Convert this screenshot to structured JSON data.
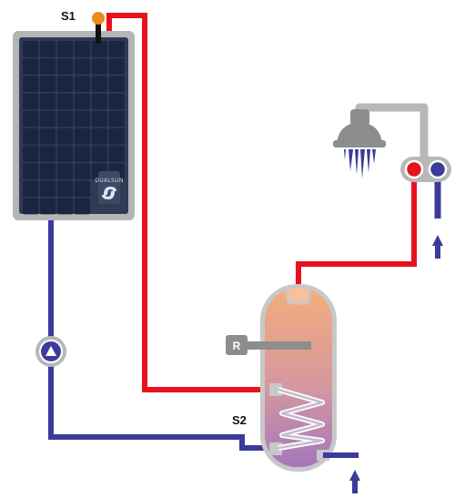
{
  "labels": {
    "sensor_collector": "S1",
    "sensor_tank": "S2",
    "resistance": "R",
    "panel_brand": "DUALSUN"
  },
  "colors": {
    "hot_pipe": "#e8121e",
    "cold_pipe": "#3b3b9b",
    "frame": "#b5b5b5",
    "panel_cell": "#1a2540",
    "sensor_dot": "#f08a1e",
    "tank_top": "#f0a878",
    "tank_bottom": "#a878b8",
    "shower": "#8d8d8d"
  },
  "icons": [
    "pump-icon",
    "shower-head-icon",
    "hot-valve-icon",
    "cold-valve-icon",
    "inlet-arrow-icon"
  ]
}
